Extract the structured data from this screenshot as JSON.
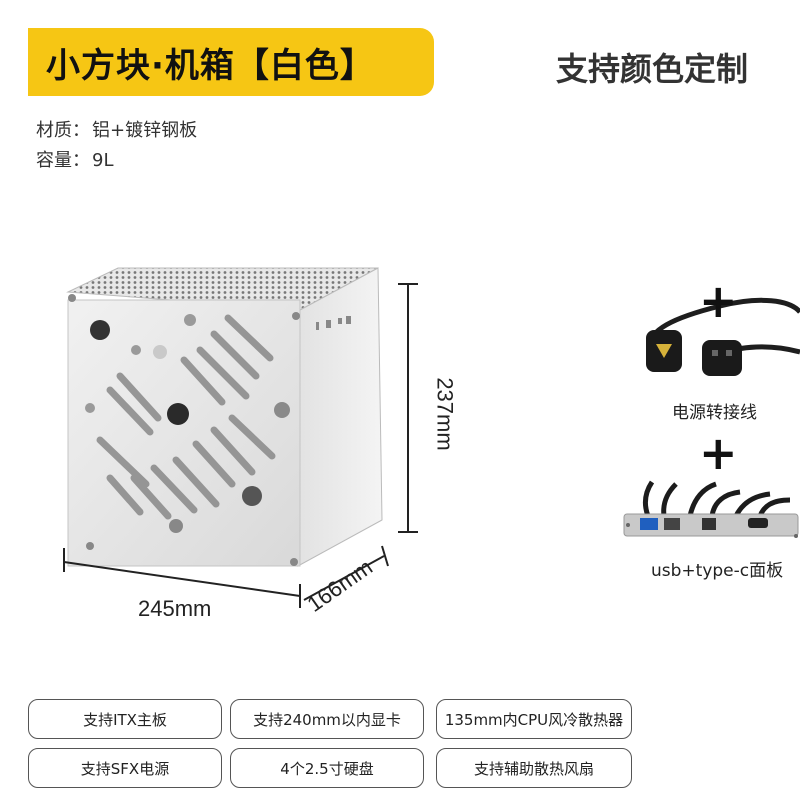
{
  "header": {
    "title": "小方块·机箱【白色】",
    "custom_note": "支持颜色定制",
    "accent_color": "#f6c614"
  },
  "specs": [
    {
      "label": "材质：",
      "value": "铝+镀锌钢板"
    },
    {
      "label": "容量：",
      "value": "9L"
    }
  ],
  "dimensions": {
    "width": "245mm",
    "depth": "166mm",
    "height": "237mm"
  },
  "accessories": [
    {
      "label": "电源转接线",
      "icon": "power-cable-icon"
    },
    {
      "label": "usb+type-c面板",
      "icon": "usb-panel-icon"
    }
  ],
  "features": [
    "支持ITX主板",
    "支持240mm以内显卡",
    "135mm内CPU风冷散热器",
    "支持SFX电源",
    "4个2.5寸硬盘",
    "支持辅助散热风扇"
  ]
}
